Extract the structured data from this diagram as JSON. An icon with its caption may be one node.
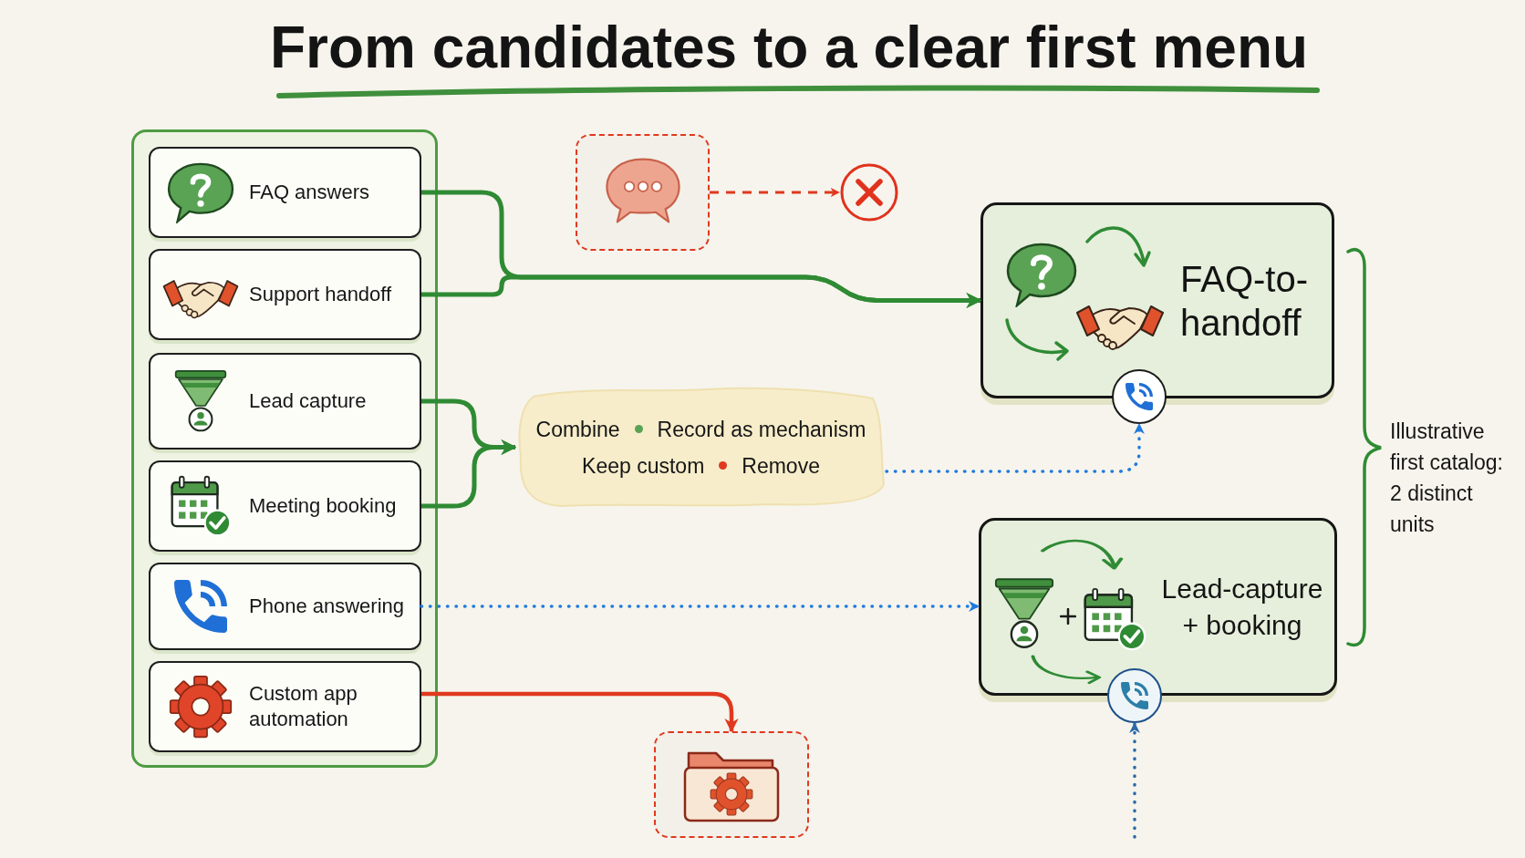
{
  "diagram": {
    "title": "From candidates to a clear first menu",
    "nodes": [
      {
        "text": [],
        "shape": "box"
      },
      {
        "text": [
          "FAQ answers"
        ],
        "in": 0
      },
      {
        "text": [
          "Support handoff"
        ],
        "in": 0
      },
      {
        "text": [
          "Lead capture"
        ],
        "in": 0
      },
      {
        "text": [
          "Meeting booking"
        ],
        "in": 0
      },
      {
        "text": [
          "Phone answering"
        ],
        "in": 0
      },
      {
        "text": [
          "Custom app automation"
        ],
        "in": 0
      },
      {
        "text": [],
        "shape": "box"
      },
      {
        "text": [],
        "shape": "circle"
      },
      {
        "text": [
          "FAQ-to-handoff"
        ]
      },
      {
        "text": [],
        "shape": "circle"
      },
      {
        "text": [
          "Combine",
          "Record as mechanism",
          "Keep custom",
          "Remove"
        ]
      },
      {
        "text": [
          "Lead-capture + booking"
        ]
      },
      {
        "text": [],
        "shape": "circle"
      },
      {
        "text": [],
        "shape": "box"
      }
    ],
    "edges": [
      {
        "from": 1,
        "to": 9,
        "arrow": "to"
      },
      {
        "from": 2,
        "to": 9,
        "arrow": "to"
      },
      {
        "from": 3,
        "to": 11,
        "arrow": "to"
      },
      {
        "from": 4,
        "to": 11,
        "arrow": "to"
      },
      {
        "from": 5,
        "to": 12,
        "arrow": "to",
        "style": "dashed",
        "color": "#1f7ae0"
      },
      {
        "from": 11,
        "to": 10,
        "arrow": "to",
        "style": "dashed",
        "color": "#1f7ae0"
      },
      {
        "from": null,
        "to": 13,
        "arrow": "to",
        "style": "dashed",
        "color": "#2a6aa8"
      },
      {
        "from": 6,
        "to": 14,
        "arrow": "to",
        "color": "#e0391f"
      },
      {
        "from": 7,
        "to": 8,
        "arrow": "to",
        "style": "dashed",
        "color": "#e0391f"
      }
    ],
    "labels": [
      "Illustrative first catalog: 2 distinct units"
    ]
  }
}
